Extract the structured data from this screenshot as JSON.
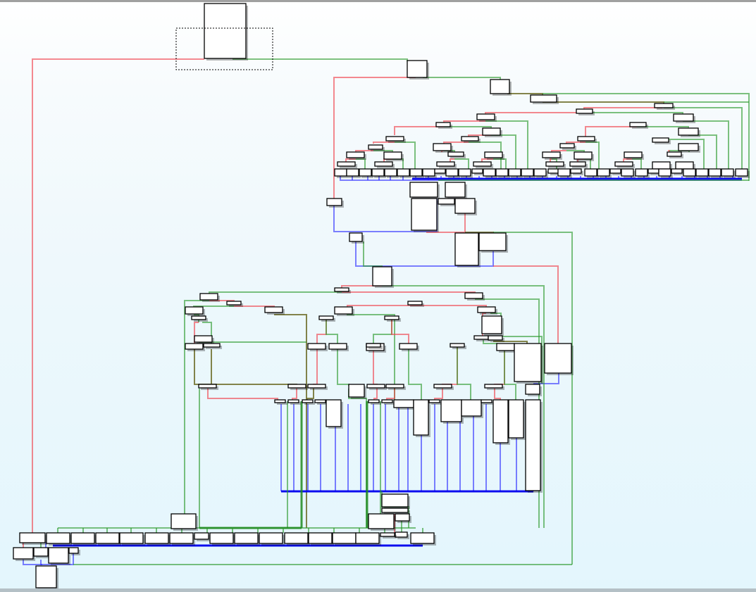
{
  "view": {
    "type": "control-flow-graph-overview",
    "background_top": "#ffffff",
    "background_bottom": "#e3f6fd",
    "frame_color": "#a0a0a0"
  },
  "legend": {
    "edge_true_color": "#2a9a2a",
    "edge_false_color": "#f03c46",
    "edge_unconditional_color": "#1a1aff",
    "edge_mixed_color": "#6e6e2a",
    "node_fill": "#ffffff",
    "node_border": "#000000"
  },
  "viewport_indicator": {
    "style": "dotted",
    "label": ""
  },
  "graph": {
    "node_labels_visible": false,
    "edge_kinds": [
      "true-branch",
      "false-branch",
      "unconditional"
    ]
  }
}
